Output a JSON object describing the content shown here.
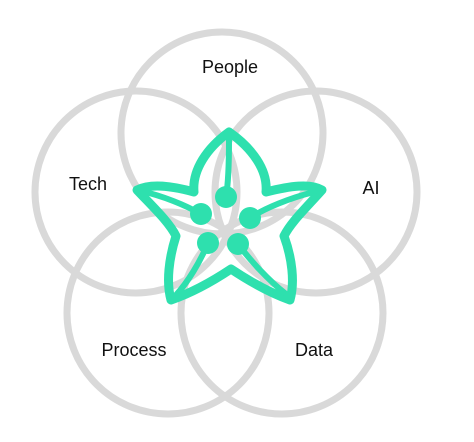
{
  "diagram": {
    "sets": [
      {
        "label": "People"
      },
      {
        "label": "AI"
      },
      {
        "label": "Data"
      },
      {
        "label": "Process"
      },
      {
        "label": "Tech"
      }
    ]
  },
  "colors": {
    "ring": "#d9d9d9",
    "flower": "#2ee0ae",
    "text": "#111111"
  },
  "icons": {
    "center": "flower-network-icon"
  }
}
